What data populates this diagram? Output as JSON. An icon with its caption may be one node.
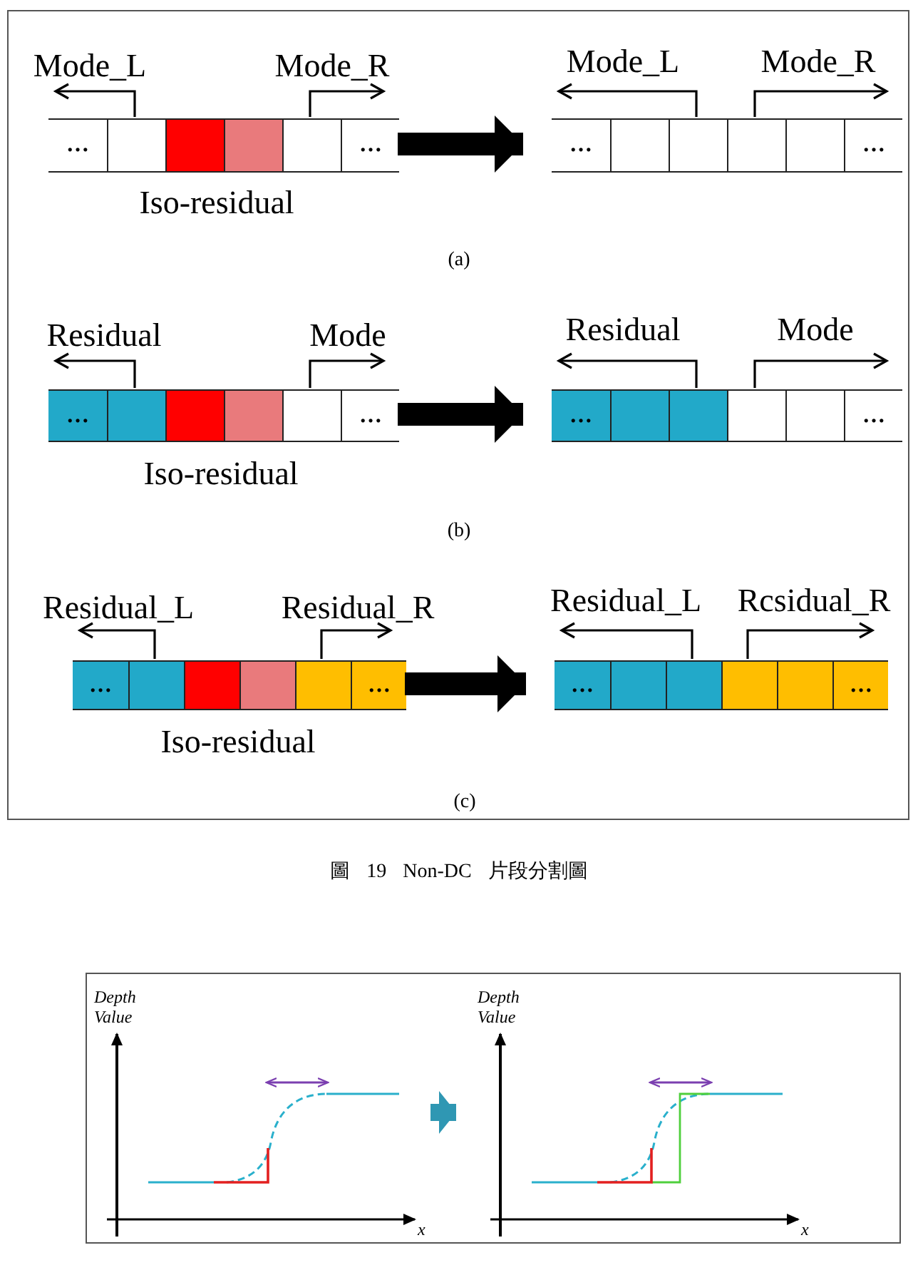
{
  "diagram": {
    "caption": "圖 19 Non-DC 片段分割圖",
    "nodes": [
      {
        "text": [],
        "shape": "box"
      },
      {
        "text": [
          "…",
          "…"
        ],
        "in": 0
      },
      {
        "text": [
          "…",
          "…"
        ],
        "in": 0
      },
      {
        "text": [
          "…",
          "…"
        ],
        "in": 0
      },
      {
        "text": [
          "…",
          "…"
        ],
        "in": 0
      },
      {
        "text": [
          "…",
          "…"
        ],
        "in": 0
      },
      {
        "text": [
          "…",
          "…"
        ],
        "in": 0
      },
      {
        "text": [],
        "shape": "box"
      },
      {
        "text": [
          "Depth Value",
          "x"
        ],
        "in": 7
      },
      {
        "text": [
          "Depth Value",
          "x"
        ],
        "in": 7
      },
      {
        "text": [
          "Mode_L"
        ],
        "in": 0
      },
      {
        "text": [
          "Mode_R"
        ],
        "in": 0
      },
      {
        "text": [
          "Mode_L"
        ],
        "in": 0
      },
      {
        "text": [
          "Mode_R"
        ],
        "in": 0
      },
      {
        "text": [
          "Residual"
        ],
        "in": 0
      },
      {
        "text": [
          "Mode"
        ],
        "in": 0
      },
      {
        "text": [
          "Residual"
        ],
        "in": 0
      },
      {
        "text": [
          "Mode"
        ],
        "in": 0
      },
      {
        "text": [
          "Residual_L"
        ],
        "in": 0
      },
      {
        "text": [
          "Residual_R"
        ],
        "in": 0
      },
      {
        "text": [
          "Residual_L"
        ],
        "in": 0
      },
      {
        "text": [
          "Rcsidual_R"
        ],
        "in": 0
      }
    ],
    "edges": [
      {
        "from": 1,
        "to": 2,
        "arrow": "to",
        "style": "thick"
      },
      {
        "from": 3,
        "to": 4,
        "arrow": "to",
        "style": "thick"
      },
      {
        "from": 5,
        "to": 6,
        "arrow": "to",
        "style": "thick"
      },
      {
        "from": 8,
        "to": 9,
        "arrow": "to",
        "style": "thick",
        "color": "#2f97b3"
      },
      {
        "from": 1,
        "to": 10,
        "arrow": "to"
      },
      {
        "from": 1,
        "to": 11,
        "arrow": "to"
      },
      {
        "from": 2,
        "to": 12,
        "arrow": "to"
      },
      {
        "from": 2,
        "to": 13,
        "arrow": "to"
      },
      {
        "from": 3,
        "to": 14,
        "arrow": "to"
      },
      {
        "from": 3,
        "to": 15,
        "arrow": "to"
      },
      {
        "from": 4,
        "to": 16,
        "arrow": "to"
      },
      {
        "from": 4,
        "to": 17,
        "arrow": "to"
      },
      {
        "from": 5,
        "to": 18,
        "arrow": "to"
      },
      {
        "from": 5,
        "to": 19,
        "arrow": "to"
      },
      {
        "from": 6,
        "to": 20,
        "arrow": "to"
      },
      {
        "from": 6,
        "to": 21,
        "arrow": "to"
      }
    ],
    "labels": [
      "Iso-residual",
      "(a)",
      "Iso-residual",
      "(b)",
      "Iso-residual",
      "(c)"
    ]
  }
}
